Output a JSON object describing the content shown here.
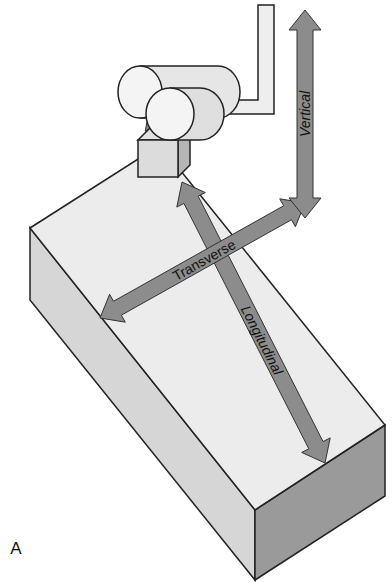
{
  "diagram": {
    "labels": [
      "Vertical",
      "Transverse",
      "Longitudinal",
      "A"
    ]
  }
}
